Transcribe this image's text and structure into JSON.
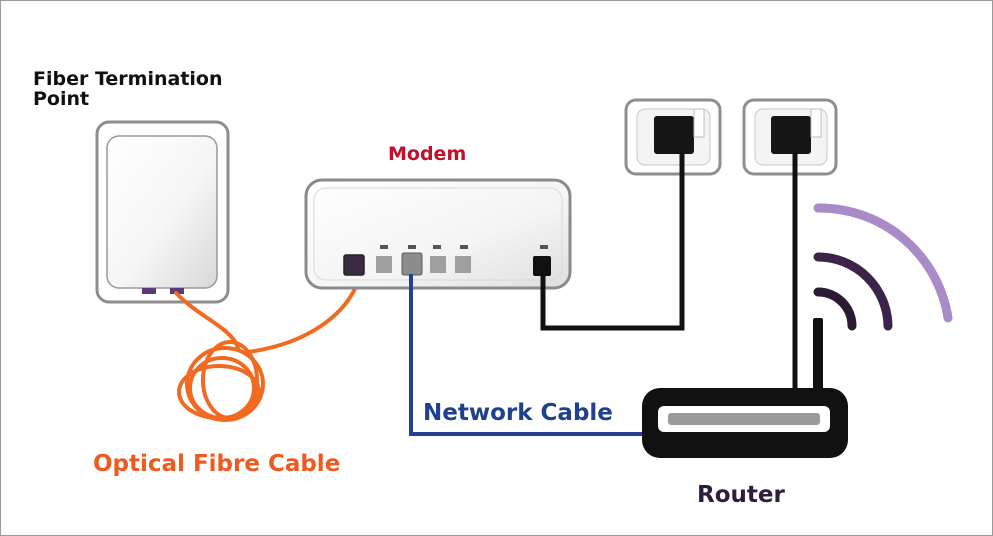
{
  "labels": {
    "fiber_termination_line1": "Fiber Termination",
    "fiber_termination_line2": "Point",
    "modem": "Modem",
    "network_cable": "Network Cable",
    "optical_fibre_cable": "Optical Fibre Cable",
    "router": "Router"
  },
  "colors": {
    "optical_cable": "#f26a21",
    "network_cable": "#243f94",
    "power_cable": "#111111",
    "modem_label": "#c0102a",
    "router_label": "#2e1e3e",
    "wifi_waves": [
      "#2c1a33",
      "#3b2448",
      "#a98bc7"
    ]
  },
  "icons": [
    "fiber-termination-box",
    "modem-device",
    "power-socket-icon",
    "router-device",
    "wifi-signal-icon"
  ]
}
